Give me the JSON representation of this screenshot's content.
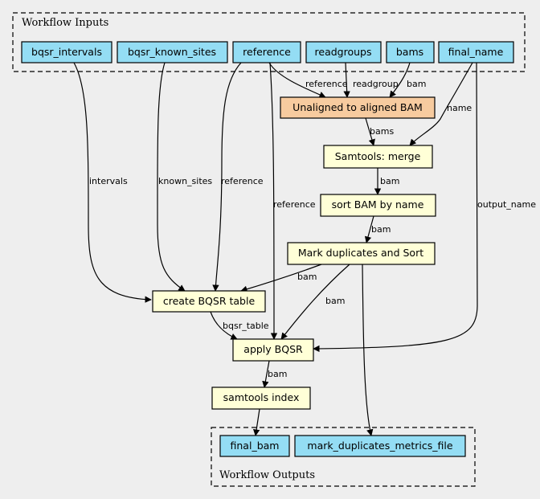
{
  "clusters": {
    "inputs_label": "Workflow Inputs",
    "outputs_label": "Workflow Outputs"
  },
  "inputs": {
    "bqsr_intervals": "bqsr_intervals",
    "bqsr_known_sites": "bqsr_known_sites",
    "reference": "reference",
    "readgroups": "readgroups",
    "bams": "bams",
    "final_name": "final_name"
  },
  "steps": {
    "align": "Unaligned to aligned BAM",
    "merge": "Samtools: merge",
    "sort_name": "sort BAM by name",
    "mark_dup": "Mark duplicates and Sort",
    "create_bqsr": "create BQSR table",
    "apply_bqsr": "apply BQSR",
    "index": "samtools index"
  },
  "outputs": {
    "final_bam": "final_bam",
    "metrics": "mark_duplicates_metrics_file"
  },
  "edge_labels": {
    "reference_align": "reference",
    "readgroups_align": "readgroup",
    "bams_align": "bam",
    "final_name_merge": "name",
    "align_merge": "bams",
    "merge_sort": "bam",
    "sort_mark": "bam",
    "intervals_create": "intervals",
    "known_sites_create": "known_sites",
    "reference_create": "reference",
    "reference_apply": "reference",
    "final_name_apply": "output_name",
    "mark_create": "bam",
    "mark_apply": "bam",
    "create_apply": "bqsr_table",
    "apply_index": "bam"
  },
  "colors": {
    "background": "#eeeeee",
    "io_fill": "#94ddf4",
    "align_fill": "#f7cb9f",
    "step_fill": "#ffffd7"
  }
}
